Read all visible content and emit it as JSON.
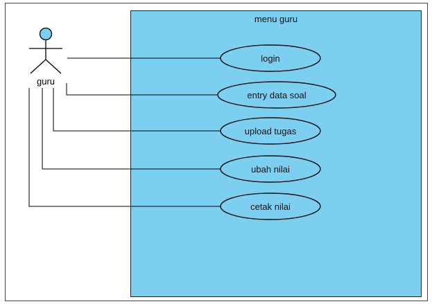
{
  "system": {
    "title": "menu guru",
    "fill_color": "#7dcff2"
  },
  "actor": {
    "name": "guru",
    "head_color": "#7dcff2"
  },
  "use_cases": [
    {
      "label": "login"
    },
    {
      "label": "entry data soal"
    },
    {
      "label": "upload tugas"
    },
    {
      "label": "ubah nilai"
    },
    {
      "label": "cetak nilai"
    }
  ],
  "colors": {
    "use_case_fill": "#7dcff2",
    "line": "#000000"
  }
}
